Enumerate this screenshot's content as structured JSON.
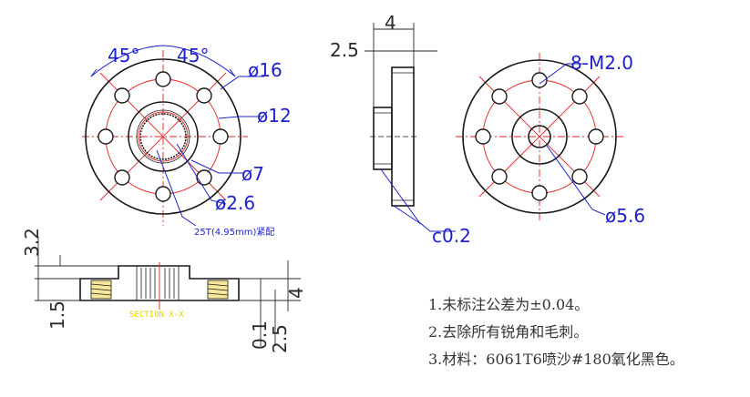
{
  "front_view": {
    "angle_left": "45°",
    "angle_right": "45°",
    "d16": "ø16",
    "d12": "ø12",
    "d7": "ø7",
    "d26": "ø2.6",
    "spline_note": "25T(4.95mm)紧配"
  },
  "side_view": {
    "dim_top": "4",
    "dim_left": "2.5",
    "chamfer": "c0.2"
  },
  "rear_view": {
    "thread": "8-M2.0",
    "d56": "ø5.6"
  },
  "section_view": {
    "label": "SECTION X-X",
    "dim_32": "3.2",
    "dim_15": "1.5",
    "dim_4": "4",
    "dim_01": "0.1",
    "dim_25": "2.5"
  },
  "notes": [
    "1.未标注公差为±0.04。",
    "2.去除所有锐角和毛刺。",
    "3.材料：6061T6喷沙#180氧化黑色。"
  ],
  "colors": {
    "outline": "#1a1a1a",
    "center_line": "#e02020",
    "leader": "#1e22c8",
    "section_label": "#e6d000"
  }
}
